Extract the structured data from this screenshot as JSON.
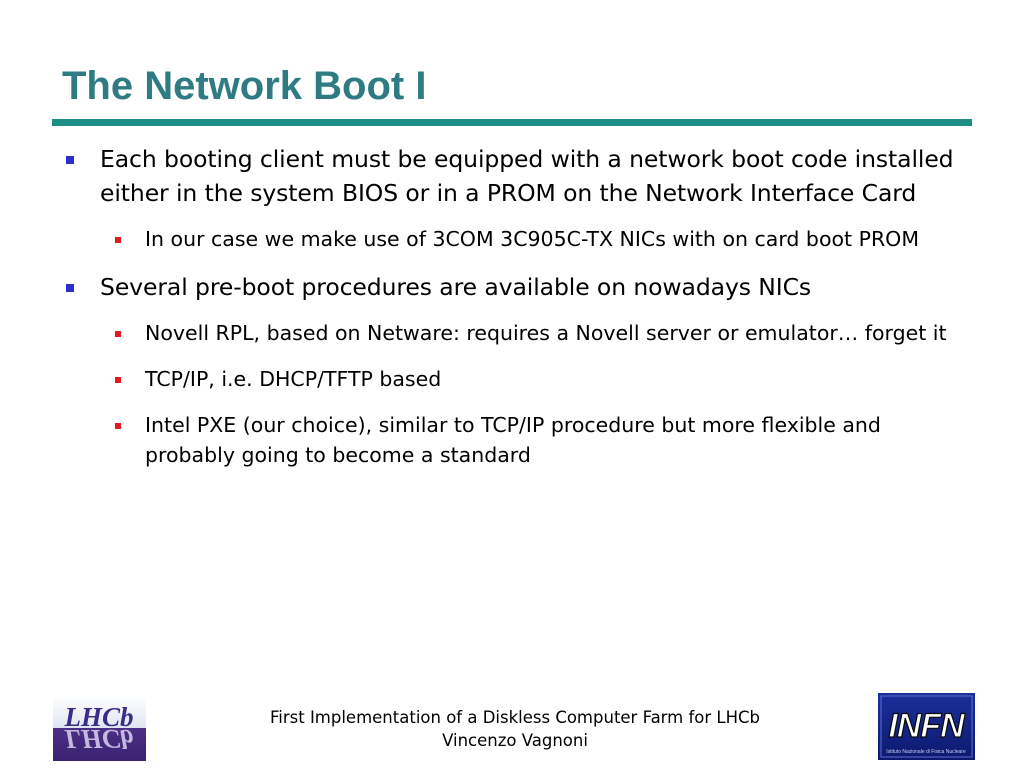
{
  "slide": {
    "title": "The Network Boot I"
  },
  "bullets": [
    {
      "text": "Each booting client must be equipped with a network boot code installed either in the system BIOS or in a PROM on the Network Interface Card",
      "sub": [
        "In our case we make use of 3COM 3C905C-TX NICs with on card boot PROM"
      ]
    },
    {
      "text": "Several  pre-boot procedures are available on nowadays NICs",
      "sub": [
        "Novell RPL, based on Netware: requires a Novell server or emulator… forget it",
        "TCP/IP, i.e. DHCP/TFTP based",
        "Intel PXE (our choice), similar to TCP/IP procedure but more flexible and probably going to become a standard"
      ]
    }
  ],
  "footer": {
    "line1": "First Implementation of a Diskless Computer Farm for LHCb",
    "line2": "Vincenzo Vagnoni"
  },
  "logos": {
    "left": "LHCb",
    "right": "INFN",
    "right_caption": "Istituto Nazionale di Fisica Nucleare"
  },
  "colors": {
    "title": "#2e7b84",
    "rule": "#1d8f86",
    "bullet_level1": "#2b2ec7",
    "bullet_level2": "#e21b1b"
  }
}
